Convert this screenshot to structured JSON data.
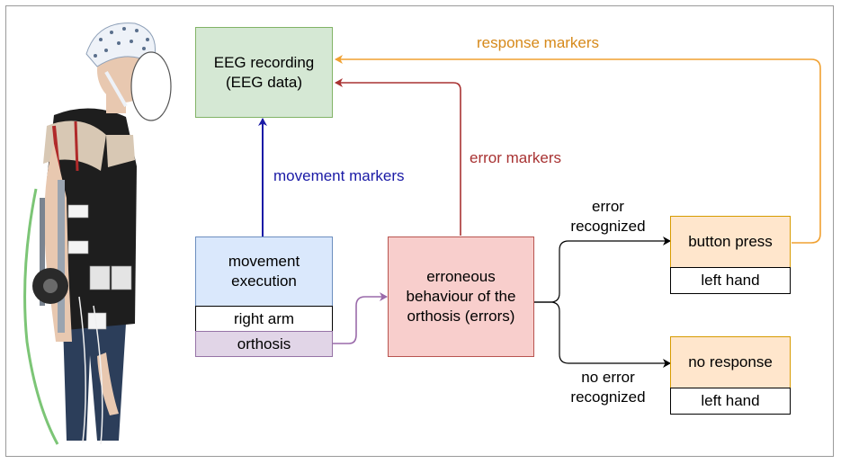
{
  "colors": {
    "eeg_fill": "#d5e8d4",
    "eeg_border": "#82b366",
    "movement_fill": "#dae8fc",
    "movement_border": "#6c8ebf",
    "orthosis_fill": "#e1d5e7",
    "orthosis_border": "#9673a6",
    "error_fill": "#f8cecc",
    "error_border": "#b85450",
    "response_fill": "#ffe6cc",
    "response_border": "#d79b00",
    "movement_arrow": "#1a1aa6",
    "error_arrow": "#a83232",
    "response_arrow": "#f0a030",
    "orthosis_arrow": "#9a6aaa"
  },
  "nodes": {
    "eeg_recording": "EEG recording\n(EEG data)",
    "movement_execution": "movement\nexecution",
    "right_arm": "right arm",
    "orthosis": "orthosis",
    "erroneous_behaviour": "erroneous\nbehaviour of the\northosis (errors)",
    "button_press": "button press",
    "left_hand_top": "left hand",
    "no_response": "no response",
    "left_hand_bottom": "left hand"
  },
  "edges": {
    "response_markers": "response markers",
    "error_markers": "error markers",
    "movement_markers": "movement markers",
    "error_recognized": "error\nrecognized",
    "no_error_recognized": "no error\nrecognized"
  }
}
